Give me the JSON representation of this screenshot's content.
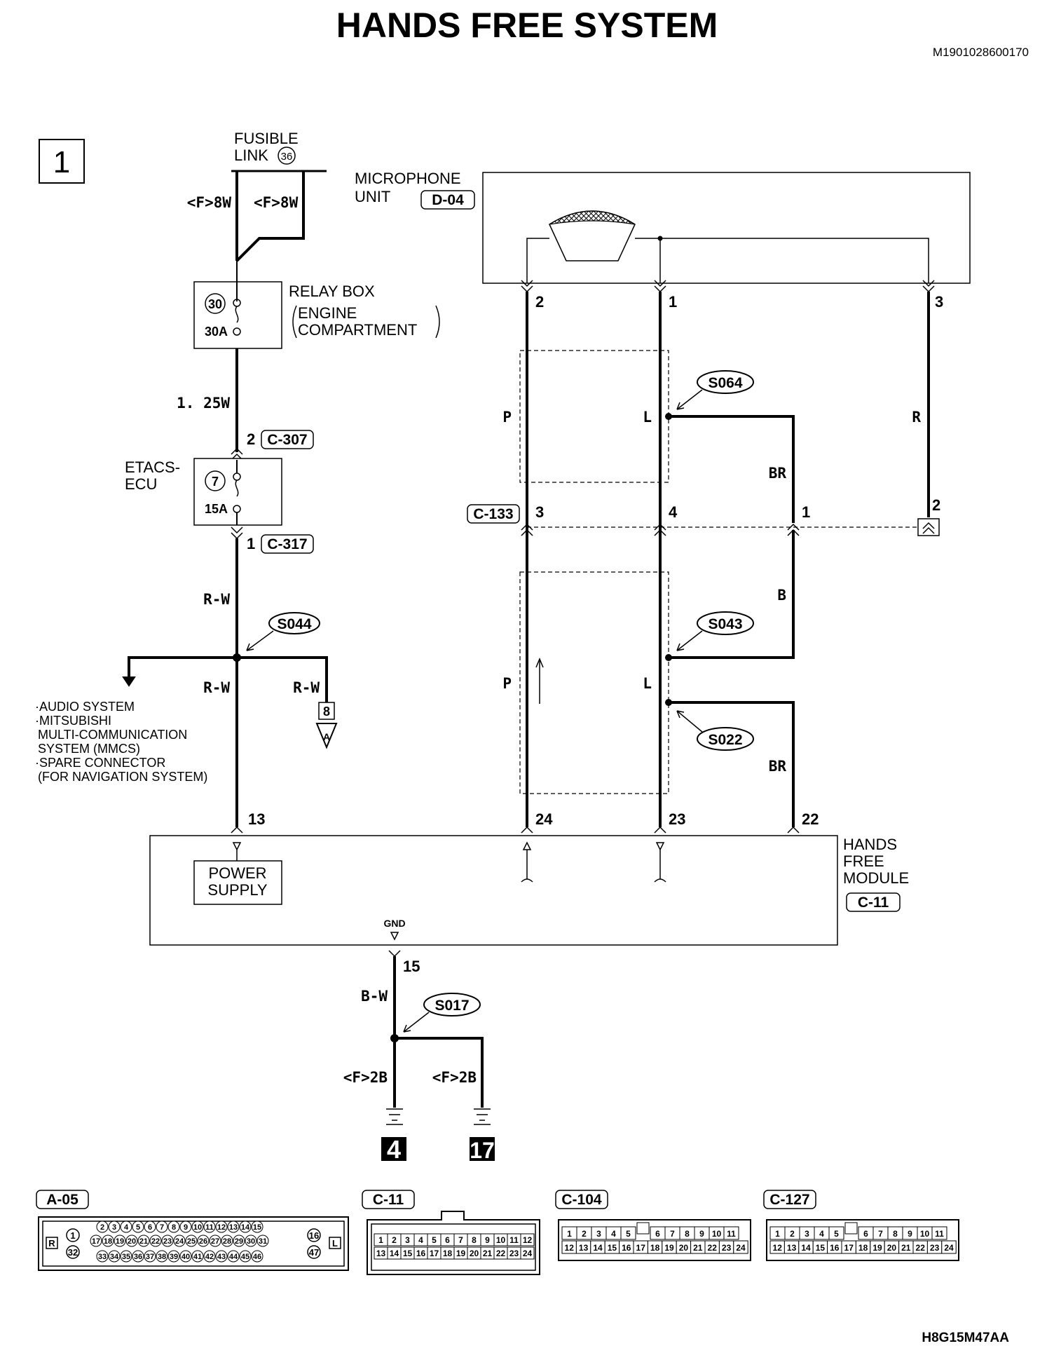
{
  "title": "HANDS FREE SYSTEM",
  "doc_id": "M1901028600170",
  "footer_code": "H8G15M47AA",
  "page_number": "1",
  "fusible_link": {
    "line1": "FUSIBLE",
    "line2": "LINK",
    "number": "36"
  },
  "wires": {
    "f8w_a": "<F>8W",
    "f8w_b": "<F>8W",
    "w125": "1. 25W",
    "rw_1": "R-W",
    "rw_2": "R-W",
    "rw_3": "R-W",
    "p_1": "P",
    "p_2": "P",
    "l_1": "L",
    "l_2": "L",
    "r": "R",
    "br_1": "BR",
    "br_2": "BR",
    "b": "B",
    "bw": "B-W",
    "f2b_a": "<F>2B",
    "f2b_b": "<F>2B"
  },
  "relay_box": {
    "line1": "RELAY BOX",
    "line2": "ENGINE",
    "line3": "COMPARTMENT",
    "fuse_no": "30",
    "fuse_amp": "30A"
  },
  "etacs": {
    "line1": "ETACS-",
    "line2": "ECU",
    "fuse_no": "7",
    "fuse_amp": "15A"
  },
  "microphone": {
    "line1": "MICROPHONE",
    "line2": "UNIT",
    "connector": "D-04",
    "pin_a": "2",
    "pin_b": "1",
    "pin_c": "3"
  },
  "connectors": {
    "c307": "C-307",
    "c307_pin": "2",
    "c317": "C-317",
    "c317_pin": "1",
    "c133": "C-133",
    "c133_pin3": "3",
    "c133_pin4": "4",
    "c133_pin1": "1",
    "c133_pin2": "2"
  },
  "splices": {
    "s064": "S064",
    "s044": "S044",
    "s043": "S043",
    "s022": "S022",
    "s017": "S017"
  },
  "branch_note": {
    "l1": "·AUDIO SYSTEM",
    "l2": "·MITSUBISHI",
    "l3": "MULTI-COMMUNICATION",
    "l4": "SYSTEM (MMCS)",
    "l5": "·SPARE CONNECTOR",
    "l6": "(FOR NAVIGATION SYSTEM)"
  },
  "jump_ref": {
    "number": "8",
    "letter": "A"
  },
  "module": {
    "line1": "HANDS",
    "line2": "FREE",
    "line3": "MODULE",
    "connector": "C-11",
    "power_l1": "POWER",
    "power_l2": "SUPPLY",
    "gnd": "GND",
    "pin13": "13",
    "pin24": "24",
    "pin23": "23",
    "pin22": "22",
    "pin15": "15"
  },
  "grounds": {
    "g1": "4",
    "g2": "17"
  },
  "connector_diagrams": {
    "a05": {
      "label": "A-05",
      "row1": [
        "2",
        "3",
        "4",
        "5",
        "6",
        "7",
        "8",
        "9",
        "10",
        "11",
        "12",
        "13",
        "14",
        "15"
      ],
      "row2": [
        "17",
        "18",
        "19",
        "20",
        "21",
        "22",
        "23",
        "24",
        "25",
        "26",
        "27",
        "28",
        "29",
        "30",
        "31"
      ],
      "row3": [
        "33",
        "34",
        "35",
        "36",
        "37",
        "38",
        "39",
        "40",
        "41",
        "42",
        "43",
        "44",
        "45",
        "46"
      ],
      "left_top": "1",
      "left_bottom": "32",
      "right_top": "16",
      "right_bottom": "47",
      "left_mark": "R",
      "right_mark": "L"
    },
    "c11": {
      "label": "C-11",
      "row1": [
        "1",
        "2",
        "3",
        "4",
        "5",
        "6",
        "7",
        "8",
        "9",
        "10",
        "11",
        "12"
      ],
      "row2": [
        "13",
        "14",
        "15",
        "16",
        "17",
        "18",
        "19",
        "20",
        "21",
        "22",
        "23",
        "24"
      ]
    },
    "c104": {
      "label": "C-104",
      "row1": [
        "1",
        "2",
        "3",
        "4",
        "5",
        "",
        "6",
        "7",
        "8",
        "9",
        "10",
        "11"
      ],
      "row2": [
        "12",
        "13",
        "14",
        "15",
        "16",
        "17",
        "18",
        "19",
        "20",
        "21",
        "22",
        "23",
        "24"
      ]
    },
    "c127": {
      "label": "C-127",
      "row1": [
        "1",
        "2",
        "3",
        "4",
        "5",
        "",
        "6",
        "7",
        "8",
        "9",
        "10",
        "11"
      ],
      "row2": [
        "12",
        "13",
        "14",
        "15",
        "16",
        "17",
        "18",
        "19",
        "20",
        "21",
        "22",
        "23",
        "24"
      ]
    }
  }
}
